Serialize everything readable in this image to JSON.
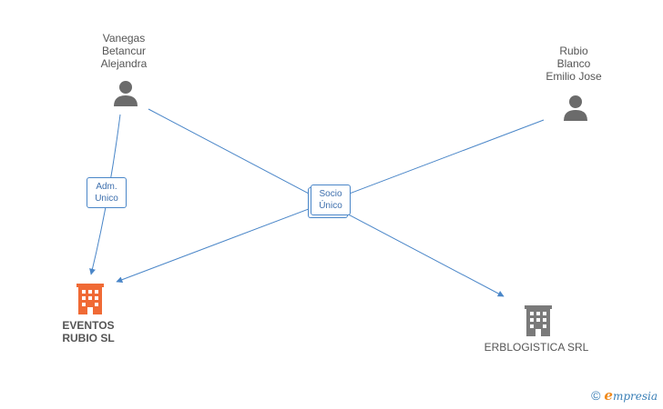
{
  "nodes": {
    "vanegas": {
      "label": "Vanegas\nBetancur\nAlejandra",
      "type": "person"
    },
    "rubio": {
      "label": "Rubio\nBlanco\nEmilio Jose",
      "type": "person"
    },
    "eventos": {
      "label": "EVENTOS\nRUBIO  SL",
      "type": "company",
      "color": "#f06a35"
    },
    "erblogistica": {
      "label": "ERBLOGISTICA SRL",
      "type": "company",
      "color": "#7a7a7a"
    }
  },
  "edges": {
    "adm_unico": {
      "label": "Adm.\nUnico"
    },
    "socio_unico": {
      "label": "Socio\nÚnico"
    }
  },
  "colors": {
    "edge": "#4a86c8",
    "person_icon": "#6b6b6b"
  },
  "watermark": {
    "symbol": "©",
    "brand_initial": "e",
    "brand_rest": "mpresia"
  }
}
